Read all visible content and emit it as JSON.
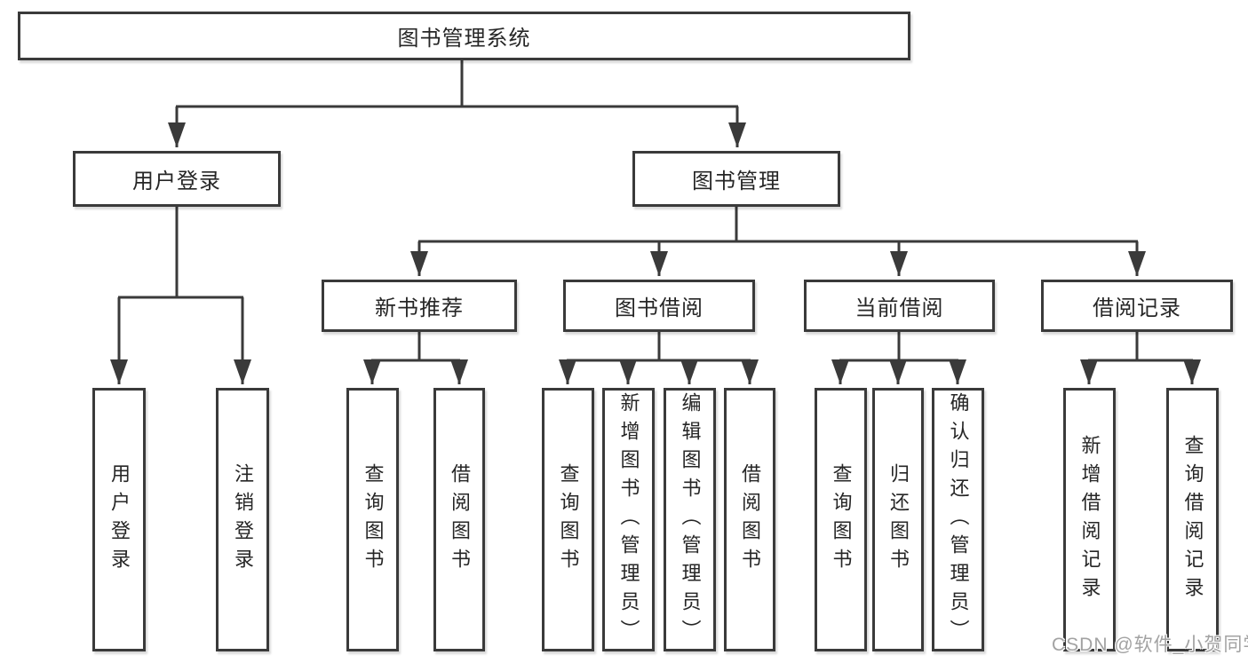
{
  "diagram": {
    "type": "hierarchy-tree",
    "root": {
      "label": "图书管理系统",
      "children": [
        {
          "label": "用户登录",
          "children": [
            {
              "label": "用户登录"
            },
            {
              "label": "注销登录"
            }
          ]
        },
        {
          "label": "图书管理",
          "children": [
            {
              "label": "新书推荐",
              "children": [
                {
                  "label": "查询图书"
                },
                {
                  "label": "借阅图书"
                }
              ]
            },
            {
              "label": "图书借阅",
              "children": [
                {
                  "label": "查询图书"
                },
                {
                  "label": "新增图书（管理员）"
                },
                {
                  "label": "编辑图书（管理员）"
                },
                {
                  "label": "借阅图书"
                }
              ]
            },
            {
              "label": "当前借阅",
              "children": [
                {
                  "label": "查询图书"
                },
                {
                  "label": "归还图书"
                },
                {
                  "label": "确认归还（管理员）"
                }
              ]
            },
            {
              "label": "借阅记录",
              "children": [
                {
                  "label": "新增借阅记录"
                },
                {
                  "label": "查询借阅记录"
                }
              ]
            }
          ]
        }
      ]
    },
    "watermark": "CSDN @软件_小贺同学",
    "colors": {
      "line": "#3a3a3a",
      "box_border": "#3a3a3a",
      "box_background": "#ffffff",
      "text": "#262626",
      "watermark_text": "#a2a2a2",
      "background": "#ffffff"
    }
  }
}
